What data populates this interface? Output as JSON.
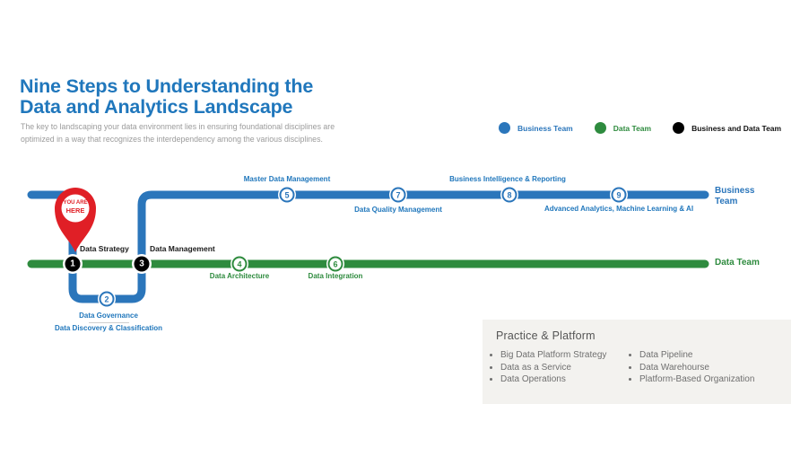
{
  "header": {
    "title_line1": "Nine Steps to Understanding the",
    "title_line2": "Data and Analytics Landscape",
    "subtitle_line1": "The key to landscaping your data environment lies in ensuring foundational disciplines are",
    "subtitle_line2": "optimized in a way that recognizes the interdependency among the various disciplines."
  },
  "legend": {
    "items": [
      {
        "label": "Business Team",
        "color": "#2b76bb"
      },
      {
        "label": "Data Team",
        "color": "#2e8b3e"
      },
      {
        "label": "Business and Data Team",
        "color": "#000000"
      }
    ]
  },
  "map": {
    "pin": {
      "line1": "YOU ARE",
      "line2": "HERE"
    },
    "business_line_label_line1": "Business",
    "business_line_label_line2": "Team",
    "data_line_label": "Data Team",
    "stations": {
      "s1": {
        "num": "1",
        "label": "Data Strategy",
        "team": "Business and Data Team"
      },
      "s2": {
        "num": "2",
        "label_line1": "Data Governance",
        "label_line2": "Data Discovery & Classification",
        "team": "Business Team"
      },
      "s3": {
        "num": "3",
        "label": "Data Management",
        "team": "Business and Data Team"
      },
      "s4": {
        "num": "4",
        "label": "Data Architecture",
        "team": "Data Team"
      },
      "s5": {
        "num": "5",
        "label": "Master Data Management",
        "team": "Business Team"
      },
      "s6": {
        "num": "6",
        "label": "Data Integration",
        "team": "Data Team"
      },
      "s7": {
        "num": "7",
        "label": "Data Quality Management",
        "team": "Business Team"
      },
      "s8": {
        "num": "8",
        "label": "Business Intelligence & Reporting",
        "team": "Business Team"
      },
      "s9": {
        "num": "9",
        "label": "Advanced Analytics, Machine Learning & AI",
        "team": "Business Team"
      }
    }
  },
  "practice": {
    "title": "Practice & Platform",
    "left": [
      "Big Data Platform Strategy",
      "Data as a Service",
      "Data Operations"
    ],
    "right": [
      "Data Pipeline",
      "Data Warehourse",
      "Platform-Based Organization"
    ]
  },
  "colors": {
    "business_blue": "#2b76bb",
    "data_green": "#2e8b3e",
    "both_black": "#000000",
    "pin_red": "#e01f26",
    "title_blue": "#2077bc",
    "subtitle_gray": "#9b9b9b",
    "box_bg": "#f3f2ef",
    "box_text": "#6f6f6f"
  }
}
